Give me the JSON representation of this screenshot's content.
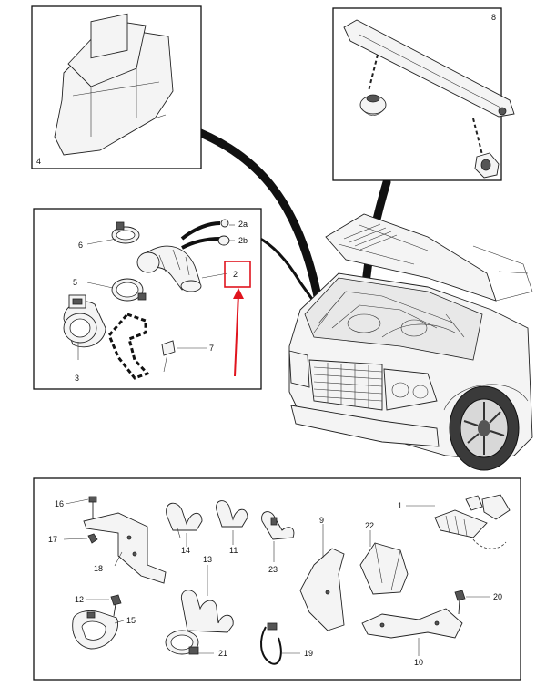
{
  "panels": {
    "airbox": {
      "number": "4"
    },
    "bracket_top": {
      "number": "8"
    }
  },
  "intake_callouts": [
    {
      "id": "2a",
      "label": "2a"
    },
    {
      "id": "2b",
      "label": "2b"
    },
    {
      "id": "6",
      "label": "6"
    },
    {
      "id": "2",
      "label": "2"
    },
    {
      "id": "5",
      "label": "5"
    },
    {
      "id": "7",
      "label": "7"
    },
    {
      "id": "3",
      "label": "3"
    }
  ],
  "bottom_callouts": [
    {
      "id": "16",
      "label": "16"
    },
    {
      "id": "17",
      "label": "17"
    },
    {
      "id": "18",
      "label": "18"
    },
    {
      "id": "14",
      "label": "14"
    },
    {
      "id": "11",
      "label": "11"
    },
    {
      "id": "23",
      "label": "23"
    },
    {
      "id": "9",
      "label": "9"
    },
    {
      "id": "22",
      "label": "22"
    },
    {
      "id": "1",
      "label": "1"
    },
    {
      "id": "13",
      "label": "13"
    },
    {
      "id": "12",
      "label": "12"
    },
    {
      "id": "15",
      "label": "15"
    },
    {
      "id": "20",
      "label": "20"
    },
    {
      "id": "10",
      "label": "10"
    },
    {
      "id": "21",
      "label": "21"
    },
    {
      "id": "19",
      "label": "19"
    }
  ],
  "highlight": {
    "target": "2",
    "color": "#e0141e"
  },
  "colors": {
    "line": "#111111",
    "background": "#ffffff"
  }
}
